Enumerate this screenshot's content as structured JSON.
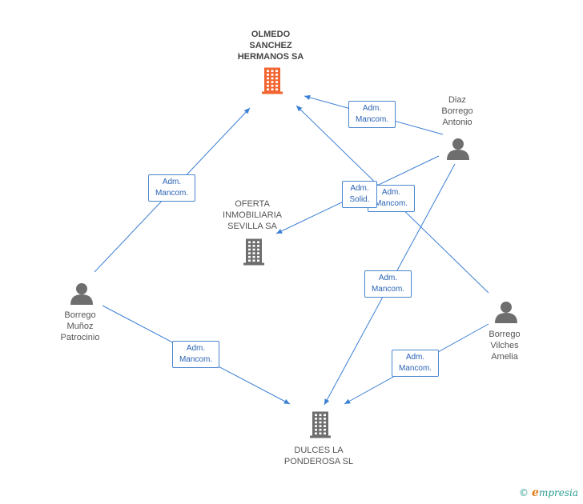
{
  "nodes": {
    "olmedo": {
      "lines": [
        "OLMEDO",
        "SANCHEZ",
        "HERMANOS SA"
      ],
      "type": "company",
      "color": "#f26430"
    },
    "oferta": {
      "lines": [
        "OFERTA",
        "INMOBILIARIA",
        "SEVILLA SA"
      ],
      "type": "company",
      "color": "#6e6e6e"
    },
    "dulces": {
      "lines": [
        "DULCES LA",
        "PONDEROSA SL"
      ],
      "type": "company",
      "color": "#6e6e6e"
    },
    "diaz": {
      "lines": [
        "Diaz",
        "Borrego",
        "Antonio"
      ],
      "type": "person",
      "color": "#6e6e6e"
    },
    "borrego_munoz": {
      "lines": [
        "Borrego",
        "Muñoz",
        "Patrocinio"
      ],
      "type": "person",
      "color": "#6e6e6e"
    },
    "borrego_vilches": {
      "lines": [
        "Borrego",
        "Vilches",
        "Amelia"
      ],
      "type": "person",
      "color": "#6e6e6e"
    }
  },
  "edges": [
    {
      "from": "borrego_munoz",
      "to": "olmedo",
      "label": [
        "Adm.",
        "Mancom."
      ]
    },
    {
      "from": "diaz",
      "to": "olmedo",
      "label": [
        "Adm.",
        "Mancom."
      ]
    },
    {
      "from": "diaz",
      "to": "oferta",
      "label": [
        "Adm.",
        "Mancom."
      ]
    },
    {
      "from": "borrego_vilches",
      "to": "olmedo",
      "label": [
        "Adm.",
        "Solid."
      ]
    },
    {
      "from": "diaz",
      "to": "dulces",
      "label": [
        "Adm.",
        "Mancom."
      ]
    },
    {
      "from": "borrego_munoz",
      "to": "dulces",
      "label": [
        "Adm.",
        "Mancom."
      ]
    },
    {
      "from": "borrego_vilches",
      "to": "dulces",
      "label": [
        "Adm.",
        "Mancom."
      ]
    }
  ],
  "colors": {
    "edge": "#3b7fd4",
    "edge_label_border": "#4a86cf",
    "edge_label_text": "#2a63b5"
  },
  "icons": {
    "company": "building-icon",
    "person": "person-icon"
  },
  "copyright": {
    "symbol": "©",
    "brand_initial": "e",
    "brand_rest": "mpresia"
  }
}
